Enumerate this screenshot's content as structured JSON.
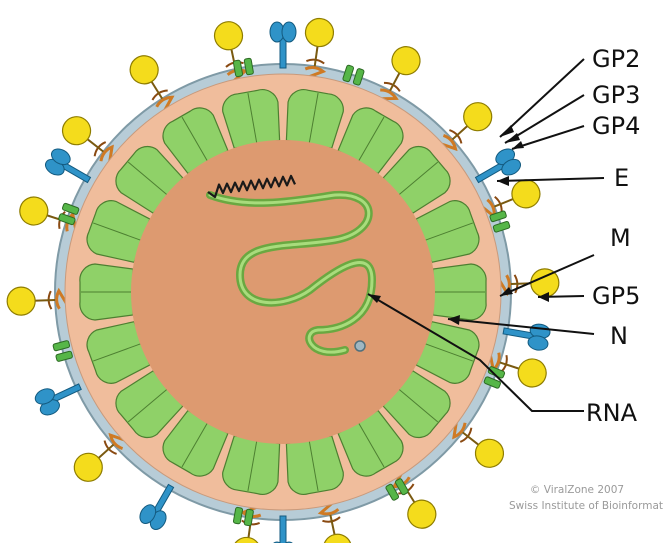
{
  "labels": {
    "gp2": "GP2",
    "gp3": "GP3",
    "gp4": "GP4",
    "e": "E",
    "m": "M",
    "gp5": "GP5",
    "n": "N",
    "rna": "RNA"
  },
  "credit": {
    "line1": "© ViralZone 2007",
    "line2": "Swiss Institute of Bioinformat"
  },
  "colors": {
    "envelope": "#b7ccd7",
    "envelope_edge": "#7f9aa6",
    "matrix_ring": "#f0bd9c",
    "core": "#dd9a70",
    "nucleocapsid": "#8fd168",
    "nucleocapsid_edge": "#4d7f31",
    "gp5": "#f4dc1c",
    "gp234": "#2f93c8",
    "e_protein": "#56b648",
    "m_protein": "#cf7a24",
    "rna": "#6aa841"
  }
}
